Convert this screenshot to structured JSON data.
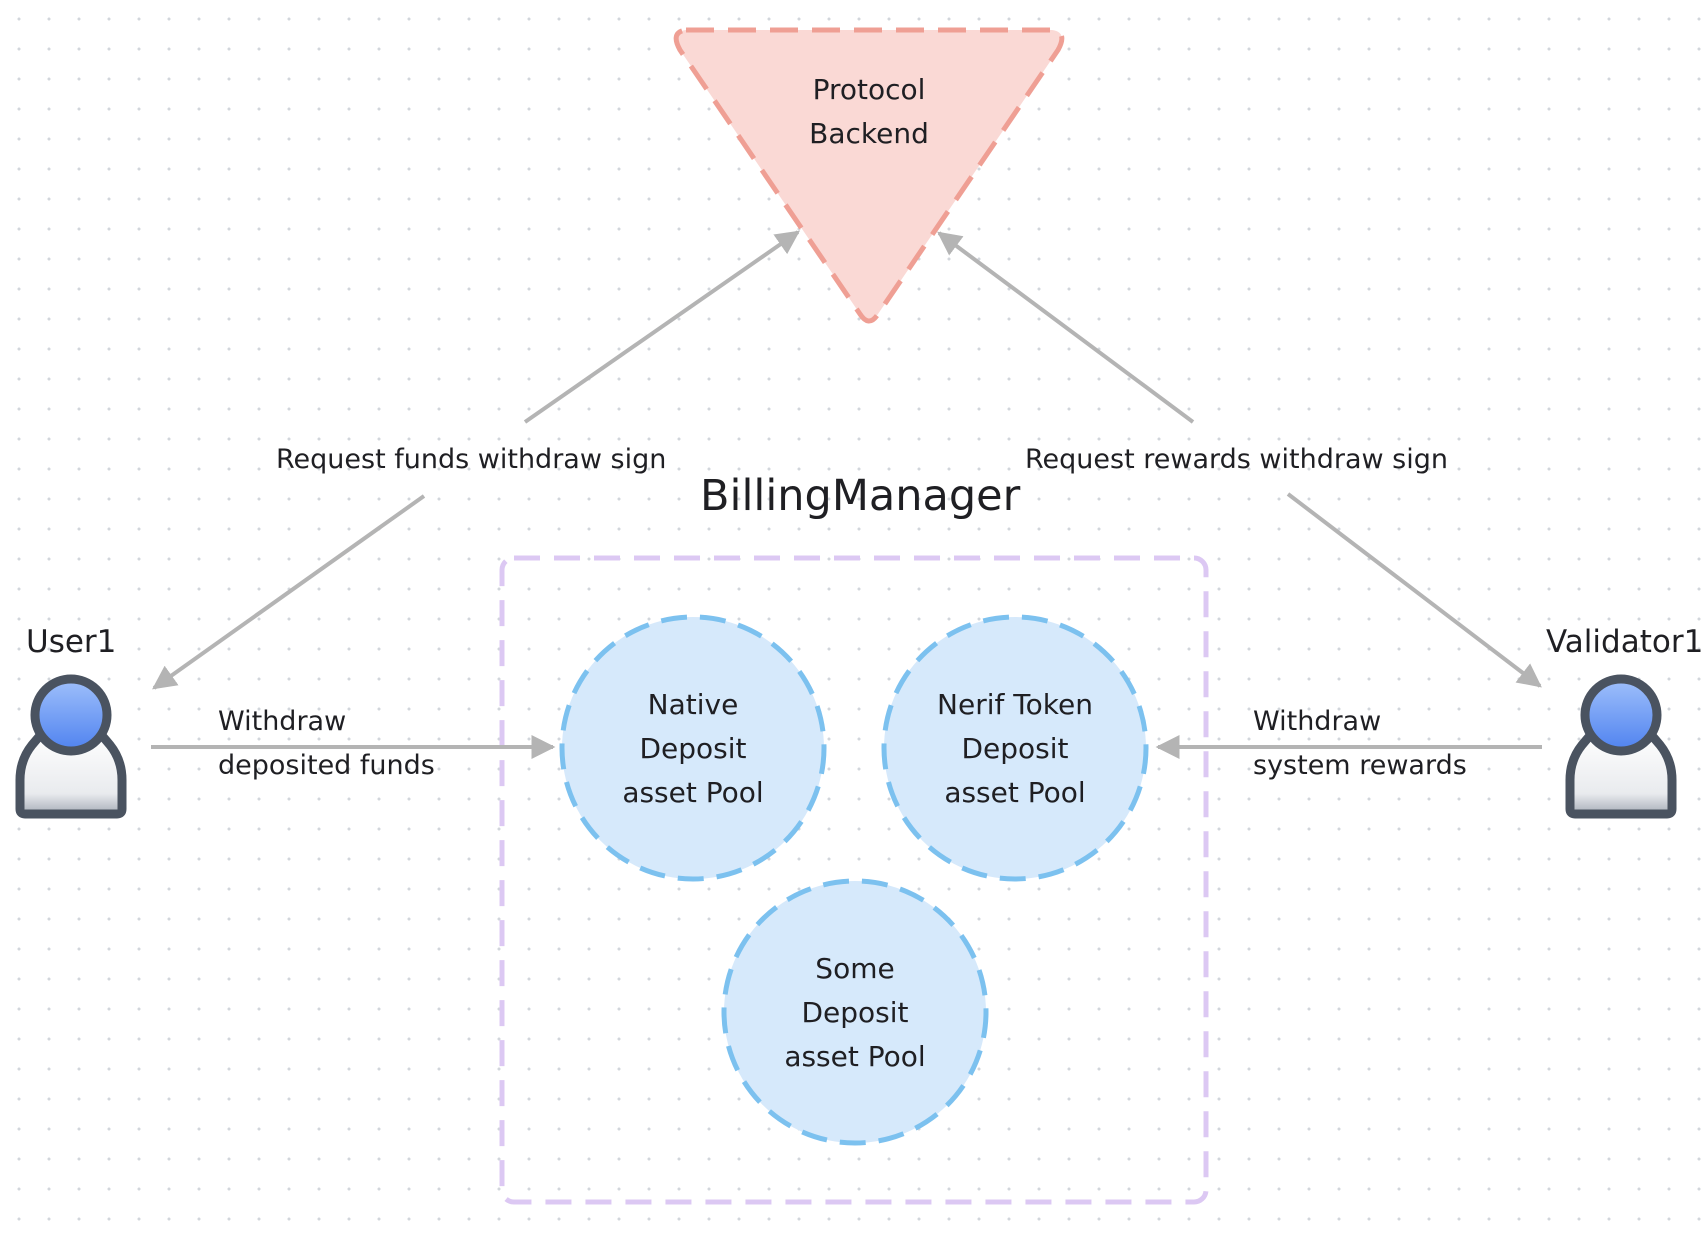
{
  "diagram": {
    "group": {
      "title": "BillingManager"
    },
    "backend": {
      "lines": [
        "Protocol",
        "Backend"
      ]
    },
    "pools": [
      {
        "lines": [
          "Native",
          "Deposit",
          "asset Pool"
        ]
      },
      {
        "lines": [
          "Nerif Token",
          "Deposit",
          "asset Pool"
        ]
      },
      {
        "lines": [
          "Some",
          "Deposit",
          "asset Pool"
        ]
      }
    ],
    "actors": [
      {
        "name": "User1",
        "icon": "user-icon"
      },
      {
        "name": "Validator1",
        "icon": "user-icon"
      }
    ],
    "edges": [
      {
        "label": "Request funds withdraw sign"
      },
      {
        "label": "Request rewards withdraw sign"
      },
      {
        "lines": [
          "Withdraw",
          "deposited funds"
        ]
      },
      {
        "lines": [
          "Withdraw",
          "system rewards"
        ]
      }
    ],
    "colors": {
      "backend_fill": "#fad9d5",
      "backend_stroke": "#ef9f94",
      "pool_fill": "#d6e9fb",
      "pool_stroke": "#7cc1ef",
      "group_stroke": "#dcc8f3",
      "arrow": "#b4b4b4",
      "actor_head": "#5b8ef2",
      "actor_outline": "#4a5360"
    }
  }
}
